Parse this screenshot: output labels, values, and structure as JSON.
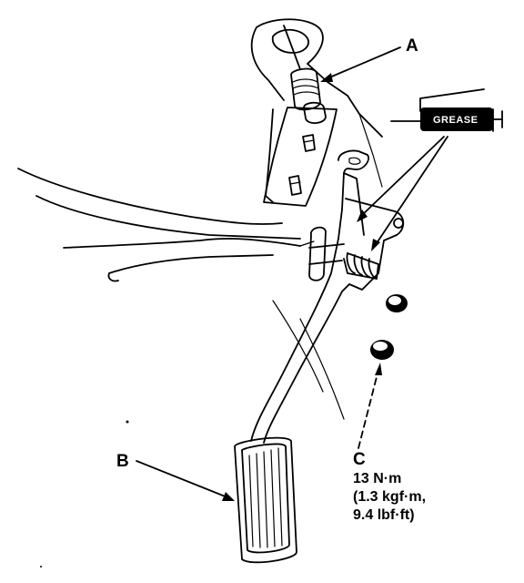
{
  "labels": {
    "a": "A",
    "b": "B",
    "c": "C"
  },
  "grease_symbol": {
    "text": "GREASE"
  },
  "torque_spec": {
    "metric": "13 N·m",
    "kgf": "(1.3 kgf·m,",
    "imperial": "9.4 lbf·ft)"
  },
  "colors": {
    "ink": "#000000",
    "paper": "#ffffff"
  }
}
